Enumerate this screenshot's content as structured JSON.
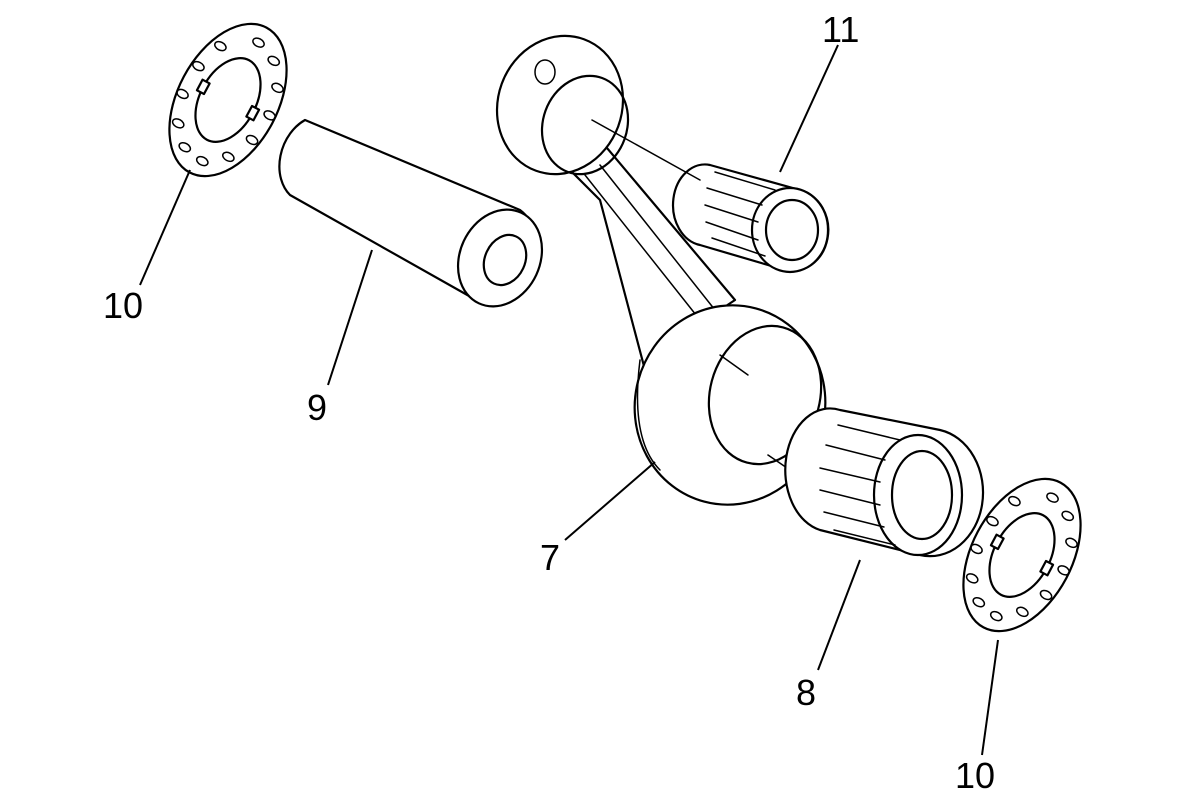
{
  "diagram": {
    "callouts": {
      "washer_left": "10",
      "piston_pin": "9",
      "connecting_rod": "7",
      "big_end_bearing": "8",
      "washer_right": "10",
      "small_end_bearing": "11"
    }
  }
}
